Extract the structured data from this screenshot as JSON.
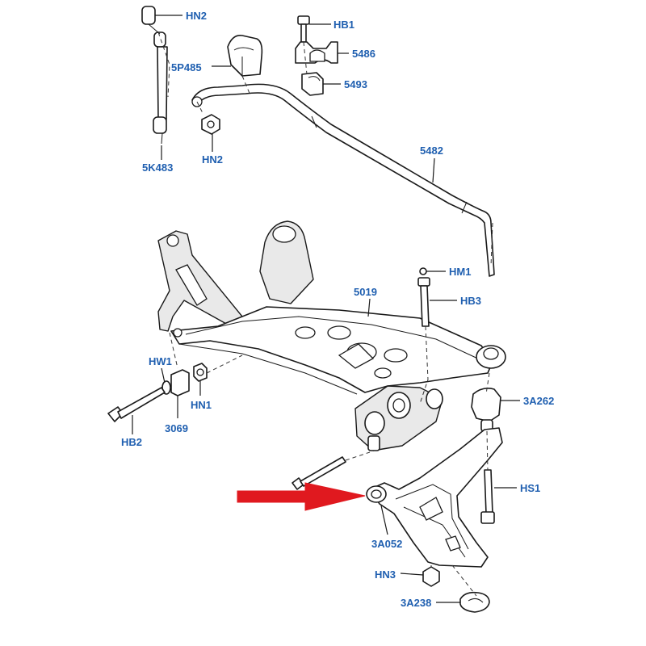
{
  "colors": {
    "label": "#1f5fb0",
    "arrow": "#e0191f",
    "line": "#1a1a1a"
  },
  "callouts": {
    "hn2_top": "HN2",
    "hb1": "HB1",
    "p5486": "5486",
    "p5p485": "5P485",
    "p5493": "5493",
    "p5k483": "5K483",
    "hn2_mid": "HN2",
    "p5482": "5482",
    "hm1": "HM1",
    "p5019": "5019",
    "hb3": "HB3",
    "hw1": "HW1",
    "p3a262": "3A262",
    "hn1": "HN1",
    "hb2": "HB2",
    "p3069": "3069",
    "hs1": "HS1",
    "p3a052": "3A052",
    "hn3": "HN3",
    "p3a238": "3A238"
  }
}
